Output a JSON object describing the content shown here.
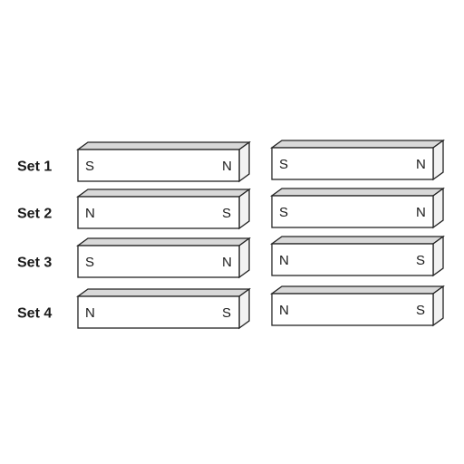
{
  "sets": [
    {
      "label": "Set 1",
      "magnets": [
        {
          "left": "S",
          "right": "N"
        },
        {
          "left": "S",
          "right": "N"
        }
      ]
    },
    {
      "label": "Set 2",
      "magnets": [
        {
          "left": "N",
          "right": "S"
        },
        {
          "left": "S",
          "right": "N"
        }
      ]
    },
    {
      "label": "Set 3",
      "magnets": [
        {
          "left": "S",
          "right": "N"
        },
        {
          "left": "N",
          "right": "S"
        }
      ]
    },
    {
      "label": "Set 4",
      "magnets": [
        {
          "left": "N",
          "right": "S"
        },
        {
          "left": "N",
          "right": "S"
        }
      ]
    }
  ]
}
